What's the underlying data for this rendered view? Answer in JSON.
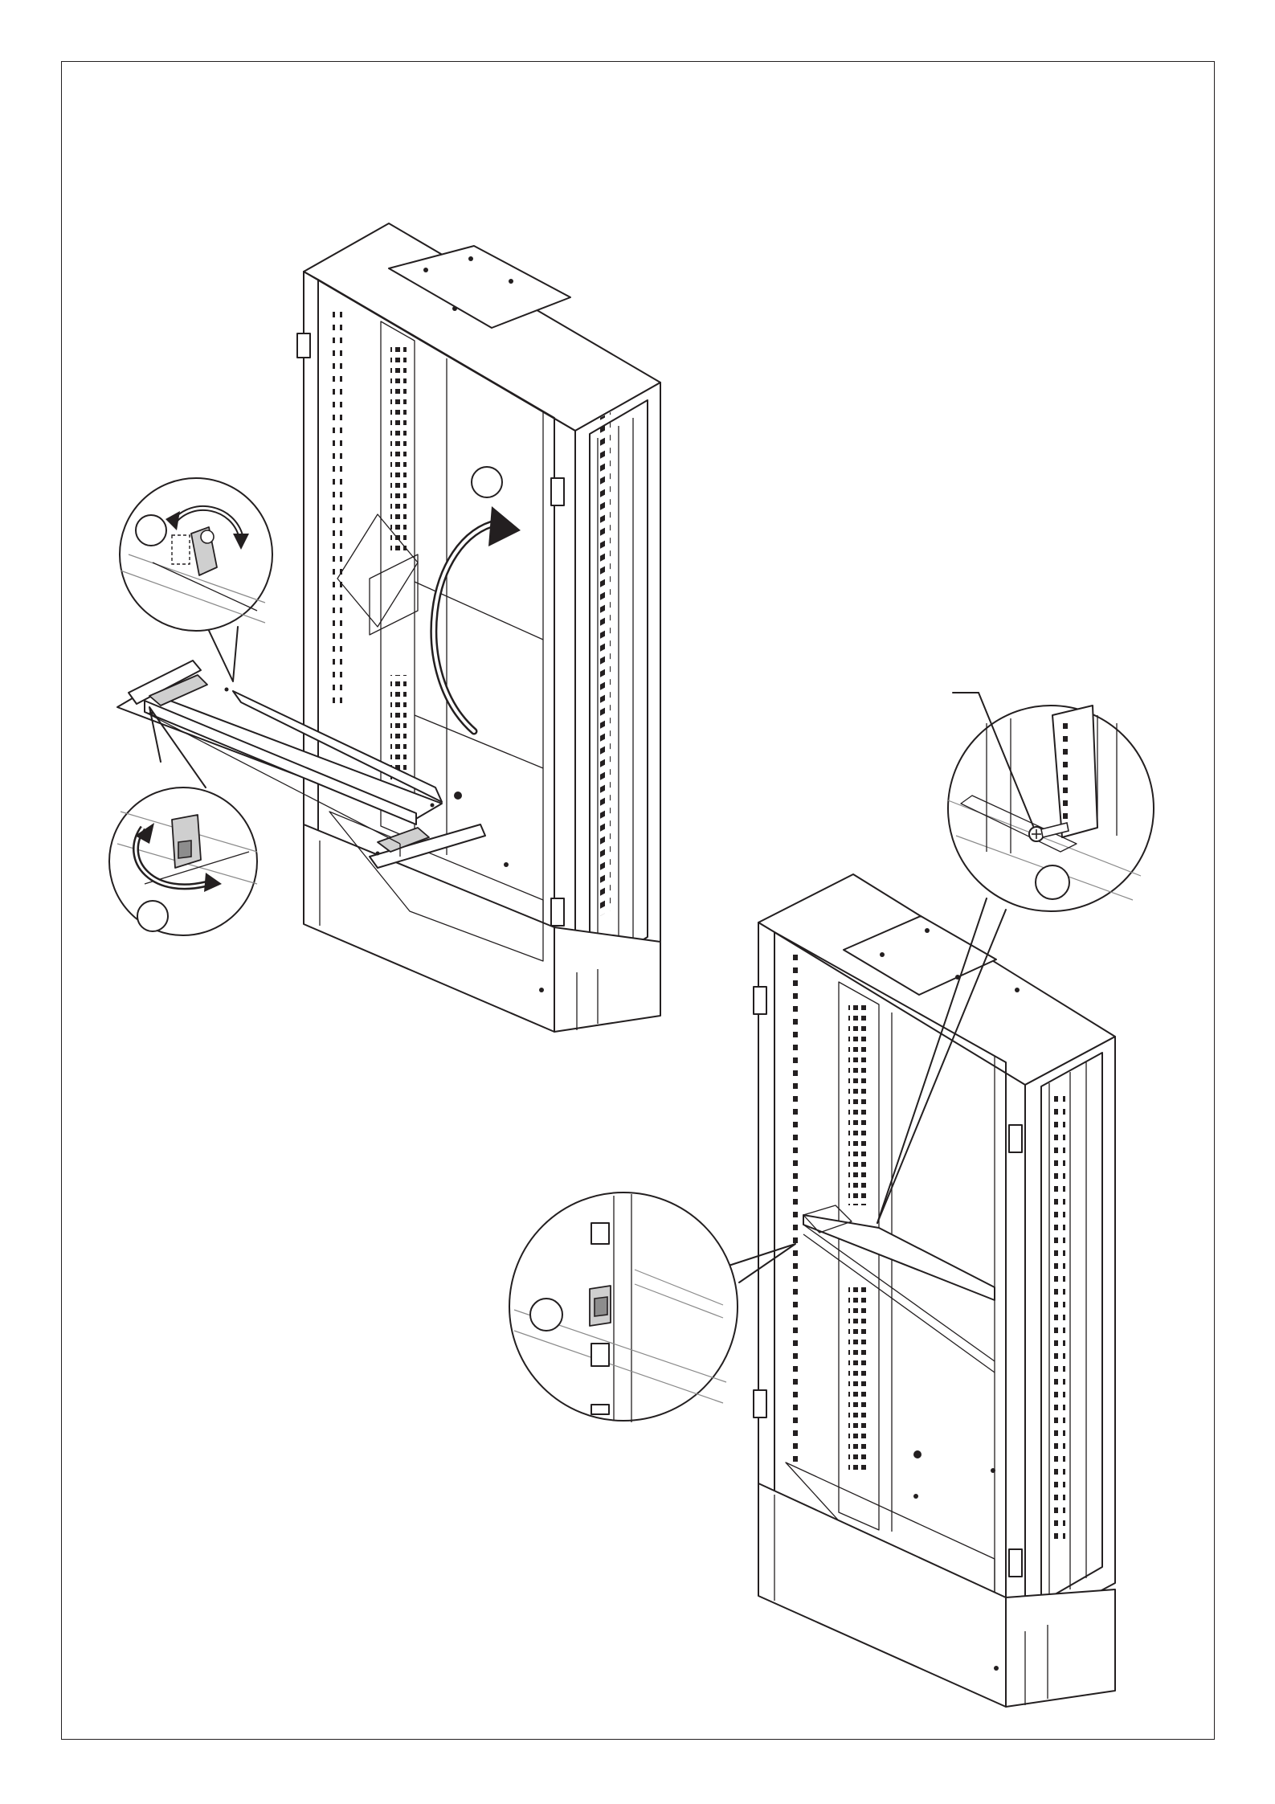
{
  "colors": {
    "line": "#231f20",
    "light_fill": "#cfcfcf",
    "dark_fill": "#8d8d8d",
    "background": "#ffffff"
  },
  "step_markers": [
    {
      "id": "marker-1",
      "label": ""
    },
    {
      "id": "marker-2",
      "label": ""
    },
    {
      "id": "marker-3",
      "label": ""
    },
    {
      "id": "marker-4",
      "label": ""
    },
    {
      "id": "marker-5",
      "label": ""
    }
  ],
  "icons": [
    "rotation-arrow-icon",
    "clip-rotate-icon",
    "screw-icon"
  ]
}
